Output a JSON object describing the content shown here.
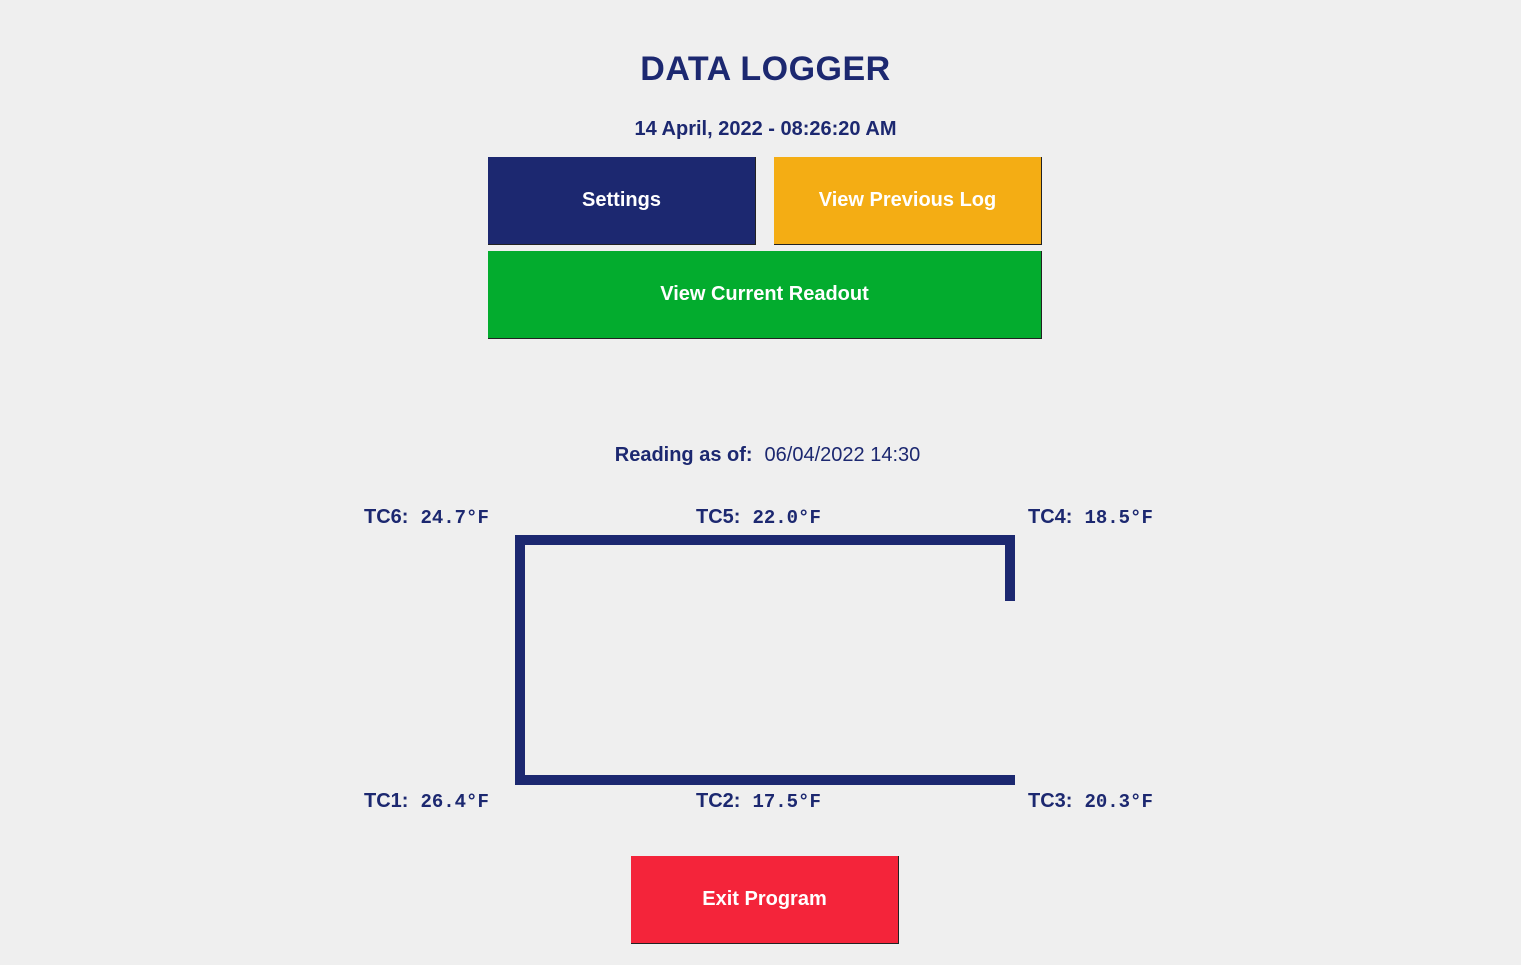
{
  "app": {
    "title": "DATA LOGGER",
    "datetime": "14 April, 2022 - 08:26:20 AM"
  },
  "buttons": {
    "settings": "Settings",
    "previous_log": "View Previous Log",
    "current_readout": "View Current Readout",
    "exit": "Exit Program"
  },
  "reading": {
    "label": "Reading as of:",
    "value": "06/04/2022 14:30"
  },
  "thermocouples": {
    "tc1": {
      "name": "TC1:",
      "value": "26.4°F"
    },
    "tc2": {
      "name": "TC2:",
      "value": "17.5°F"
    },
    "tc3": {
      "name": "TC3:",
      "value": "20.3°F"
    },
    "tc4": {
      "name": "TC4:",
      "value": "18.5°F"
    },
    "tc5": {
      "name": "TC5:",
      "value": "22.0°F"
    },
    "tc6": {
      "name": "TC6:",
      "value": "24.7°F"
    }
  },
  "colors": {
    "navy": "#1c2870",
    "settings_bg": "#1c2870",
    "previous_log_bg": "#f4ad14",
    "current_readout_bg": "#03ac2e",
    "exit_bg": "#f4243a",
    "background": "#efefef"
  }
}
